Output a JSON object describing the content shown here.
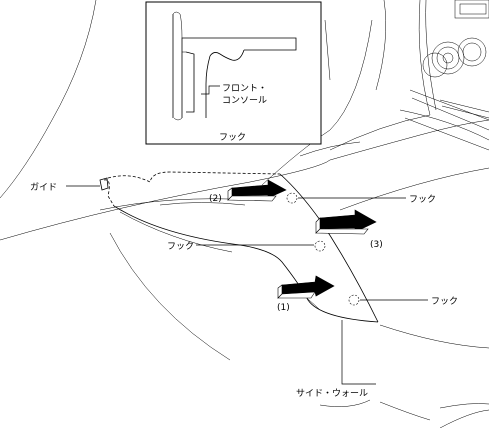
{
  "inset": {
    "labels": {
      "front_console": [
        "フロント・",
        "コンソール"
      ],
      "hook": "フック"
    }
  },
  "callouts": {
    "guide": "ガイド",
    "hook_upper_right": "フック",
    "hook_middle": "フック",
    "hook_lower_right": "フック",
    "side_wall": "サイド・ウォール"
  },
  "steps": [
    "(1)",
    "(2)",
    "(3)"
  ]
}
